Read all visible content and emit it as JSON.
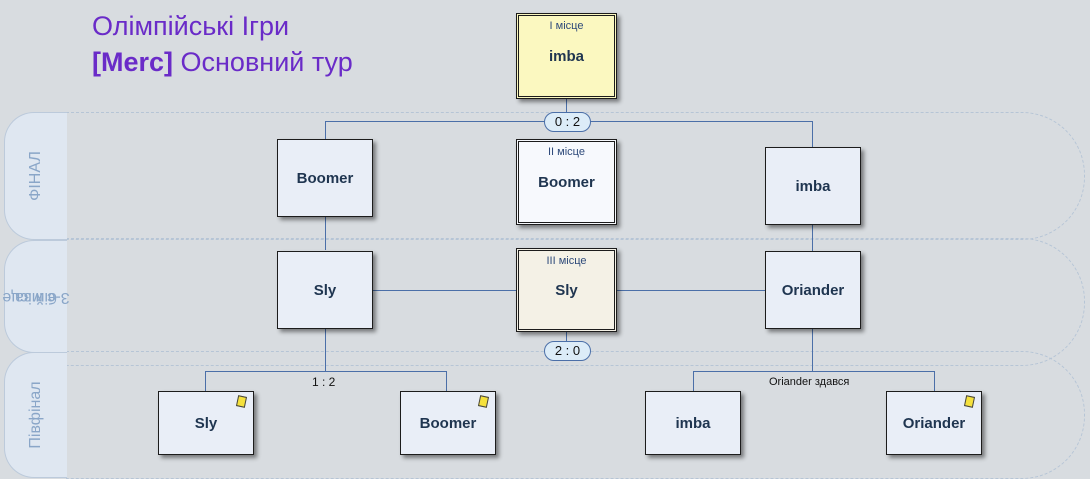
{
  "title": {
    "line1": "Олімпійські Ігри",
    "tag": "[Merc]",
    "line2_rest": " Основний тур"
  },
  "rounds": {
    "final": "ФІНАЛ",
    "third_line1": "бій за",
    "third_line2": "3-є місце",
    "semi": "Півфінал"
  },
  "places": {
    "first": {
      "caption": "I місце",
      "name": "imba"
    },
    "second": {
      "caption": "II місце",
      "name": "Boomer"
    },
    "third": {
      "caption": "III місце",
      "name": "Sly"
    }
  },
  "final": {
    "left": "Boomer",
    "right": "imba",
    "score": "0 : 2"
  },
  "third_place": {
    "left": "Sly",
    "right": "Oriander",
    "score": "2 : 0"
  },
  "semifinals": [
    {
      "player1": "Sly",
      "player2": "Boomer",
      "result": "1 : 2"
    },
    {
      "player1": "imba",
      "player2": "Oriander",
      "result": "Oriander здався"
    }
  ]
}
